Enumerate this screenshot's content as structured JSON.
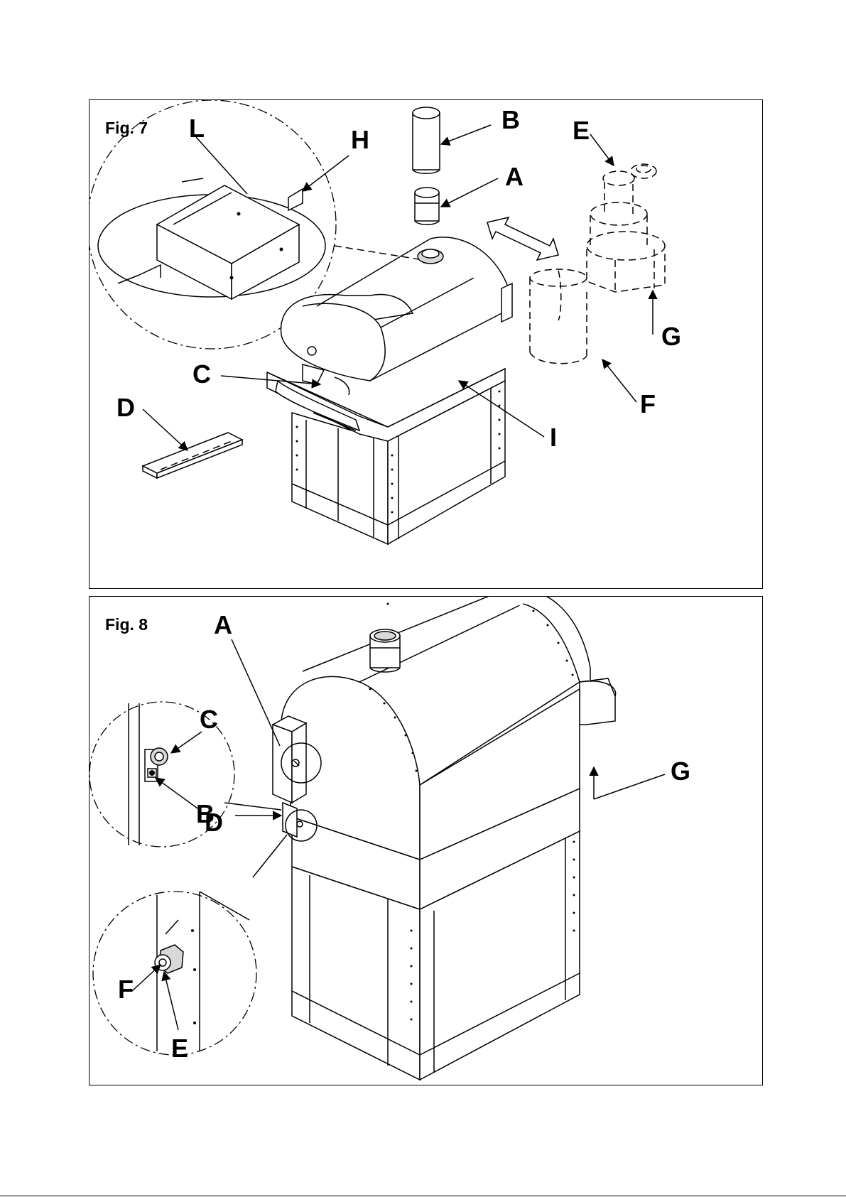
{
  "figures": [
    {
      "title": "Fig. 7",
      "labels": {
        "A": "A",
        "B": "B",
        "C": "C",
        "D": "D",
        "E": "E",
        "F": "F",
        "G": "G",
        "H": "H",
        "I": "I",
        "L": "L"
      }
    },
    {
      "title": "Fig. 8",
      "labels": {
        "A": "A",
        "B": "B",
        "C": "C",
        "D": "D",
        "E": "E",
        "F": "F",
        "G": "G"
      }
    }
  ]
}
